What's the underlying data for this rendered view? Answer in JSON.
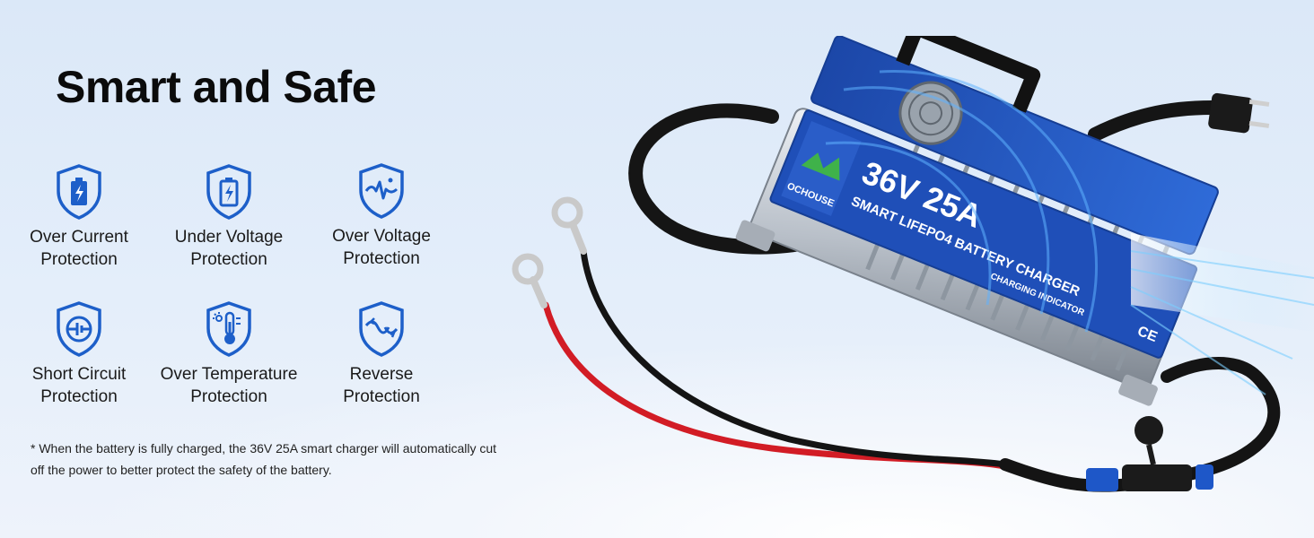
{
  "heading": "Smart and Safe",
  "features": [
    {
      "icon": "battery-shield-icon",
      "line1": "Over Current",
      "line2": "Protection"
    },
    {
      "icon": "battery-bolt-shield-icon",
      "line1": "Under Voltage",
      "line2": "Protection"
    },
    {
      "icon": "voltage-wave-shield-icon",
      "line1": "Over Voltage",
      "line2": "Protection"
    },
    {
      "icon": "short-circuit-shield-icon",
      "line1": "Short Circuit",
      "line2": "Protection"
    },
    {
      "icon": "thermometer-shield-icon",
      "line1": "Over Temperature",
      "line2": "Protection"
    },
    {
      "icon": "reverse-shield-icon",
      "line1": "Reverse",
      "line2": "Protection"
    }
  ],
  "note": {
    "line1": "* When the battery is fully charged, the 36V 25A smart charger  will automatically cut",
    "line2": "off the power to better protect the safety of the battery."
  },
  "product": {
    "brand": "OCHOUSE",
    "rating": "36V 25A",
    "name": "SMART LIFEPO4 BATTERY CHARGER",
    "indicator": "CHARGING INDICATOR",
    "cert": "CE"
  },
  "colors": {
    "accent": "#1f5fd1",
    "icon_blue": "#1d5fc9",
    "charger_blue": "#1f4fb8"
  }
}
